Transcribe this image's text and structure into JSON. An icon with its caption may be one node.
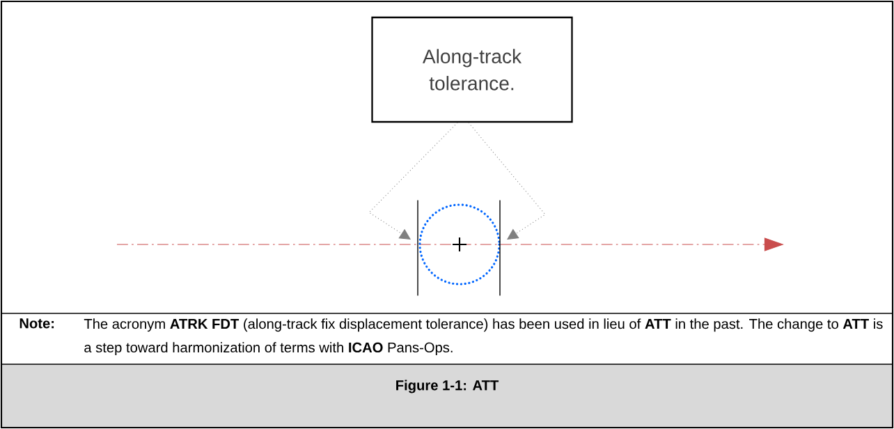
{
  "diagram": {
    "caption": "Figure 1-1: ATT",
    "nodes": [
      {
        "text": [
          "Along-track tolerance."
        ]
      },
      {
        "text": [],
        "shape": "bar"
      },
      {
        "text": [],
        "shape": "bar"
      }
    ],
    "edges": [
      {
        "from": 0,
        "to": 1,
        "arrow": "to",
        "style": "dashed"
      },
      {
        "from": 0,
        "to": 2,
        "arrow": "to",
        "style": "dashed"
      }
    ],
    "labels": [
      "Note:",
      "The acronym **ATRK FDT** (along-track fix displacement tolerance) has been used in lieu of **ATT** in the past.  The change to **ATT** is a step toward harmonization of terms with **ICAO** Pans-Ops."
    ]
  }
}
